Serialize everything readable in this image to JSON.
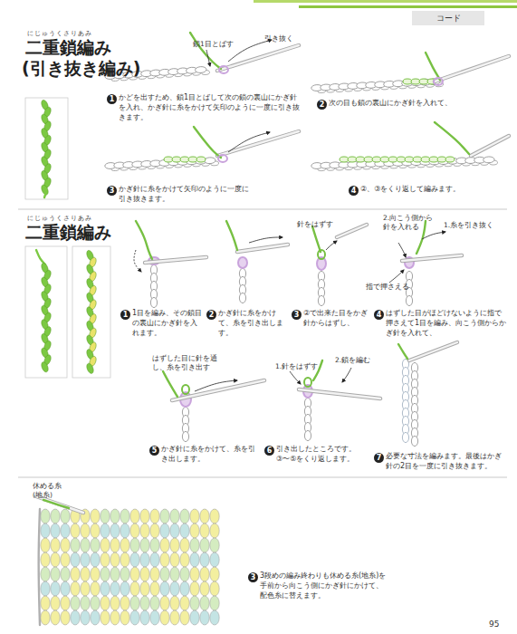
{
  "diagram": {
    "nodes": [
      {
        "text": [
          "コード"
        ]
      }
    ],
    "labels": [
      "にじゅうくさりあみ",
      "二重鎖編み",
      "(引き抜き編み)",
      "鎖1目とばす",
      "引き抜く",
      "1",
      "かどを出すため、鎖1目とばして次の鎖の裏山にかぎ針を入れ、かぎ針に糸をかけて矢印のように一度に引き抜きます。",
      "2",
      "次の目も鎖の裏山にかぎ針を入れて、",
      "3",
      "かぎ針に糸をかけて矢印のように一度に引き抜きます。",
      "4",
      "②、③をくり返して編みます。",
      "にじゅうくさりあみ",
      "二重鎖編み",
      "1",
      "1目を編み、その鎖目の裏山にかぎ針を入れます。",
      "2",
      "かぎ針に糸をかけて、糸を引き出します。",
      "針をはずす",
      "3",
      "②で出来た目をかぎ針からはずし、",
      "2.向こう側から針を入れる",
      "1.糸を引き抜く",
      "指で押さえる",
      "4",
      "はずした目がほどけないように指で押さえて1目を編み、向こう側からかぎ針を入れて、",
      "はずした目に針を通し、糸を引き出す",
      "5",
      "かぎ針に糸をかけて、糸を引き出します。",
      "1.針をはずす",
      "2.鎖を編む",
      "6",
      "引き出したところです。③〜⑤をくり返します。",
      "7",
      "必要な寸法を編みます。最後はかぎ針の2目を一度に引き抜きます。",
      "休める糸 (地糸)",
      "3",
      "3段めの編み終わりも休める糸(地糸)を手前から向こう側にかぎ針にかけて、配色糸に替えます。",
      "95"
    ]
  }
}
